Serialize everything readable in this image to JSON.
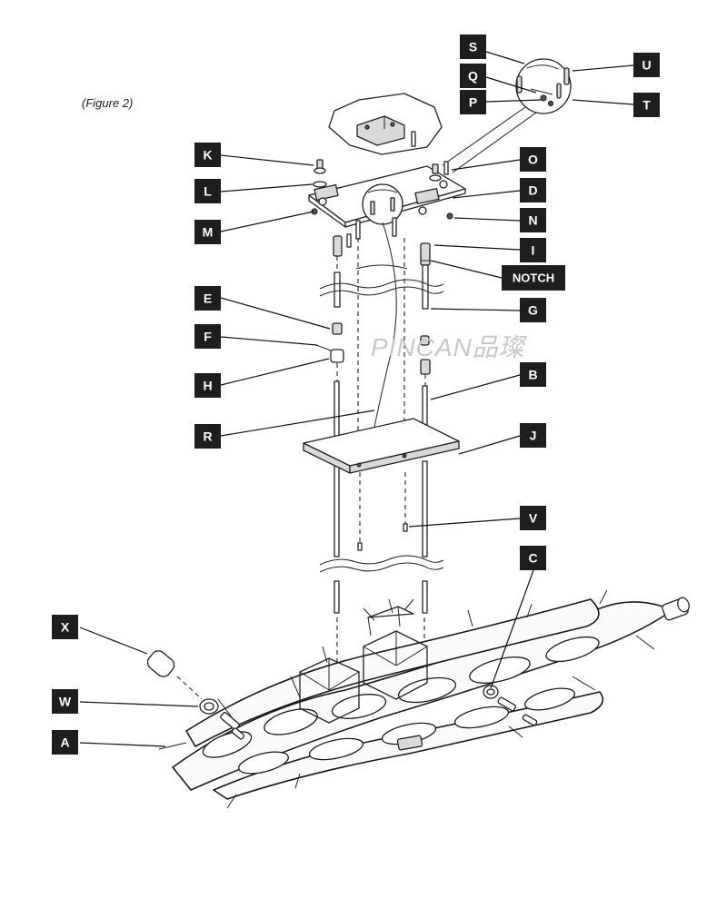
{
  "caption": "(Figure 2)",
  "watermark": "PINCAN品璨",
  "labels": {
    "S": "S",
    "Q": "Q",
    "P": "P",
    "U": "U",
    "T": "T",
    "K": "K",
    "L": "L",
    "M": "M",
    "O": "O",
    "D": "D",
    "N": "N",
    "I": "I",
    "NOTCH": "NOTCH",
    "E": "E",
    "F": "F",
    "H": "H",
    "G": "G",
    "B": "B",
    "R": "R",
    "J": "J",
    "V": "V",
    "C": "C",
    "X": "X",
    "W": "W",
    "A": "A"
  },
  "colors": {
    "tag_background": "#1e1e1e",
    "tag_text": "#ffffff",
    "line_art": "#222222"
  }
}
